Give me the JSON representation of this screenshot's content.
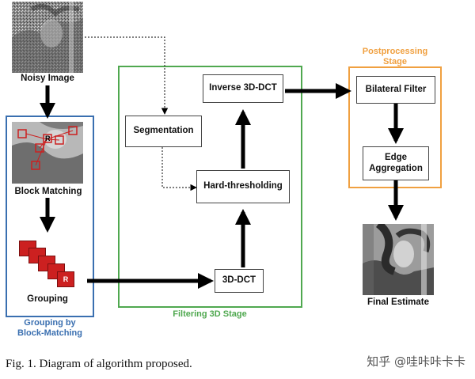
{
  "stages": {
    "grouping": {
      "title_line1": "Grouping by",
      "title_line2": "Block-Matching",
      "color": "#3a6fb0"
    },
    "filtering": {
      "title": "Filtering 3D Stage",
      "color": "#4fa84f"
    },
    "post": {
      "title_line1": "Postprocessing",
      "title_line2": "Stage",
      "color": "#f0a040"
    }
  },
  "nodes": {
    "noisy_image": "Noisy Image",
    "block_matching": "Block Matching",
    "grouping": "Grouping",
    "segmentation": "Segmentation",
    "hard_thresholding": "Hard-thresholding",
    "dct3d": "3D-DCT",
    "inverse_dct": "Inverse 3D-DCT",
    "bilateral_filter": "Bilateral Filter",
    "edge_agg_line1": "Edge",
    "edge_agg_line2": "Aggregation",
    "final_estimate": "Final Estimate"
  },
  "marks": {
    "reference": "R"
  },
  "caption": "Fig. 1.  Diagram of algorithm proposed.",
  "watermark": "知乎 @哇咔咔卡卡",
  "colors": {
    "block_red": "#cc2020",
    "arrow": "#000000"
  }
}
